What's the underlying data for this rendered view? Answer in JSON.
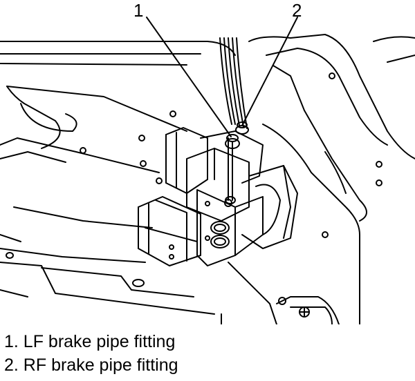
{
  "callouts": [
    {
      "number": "1"
    },
    {
      "number": "2"
    }
  ],
  "legend": [
    {
      "text": "1. LF brake pipe fitting"
    },
    {
      "text": "2. RF brake pipe fitting"
    }
  ]
}
